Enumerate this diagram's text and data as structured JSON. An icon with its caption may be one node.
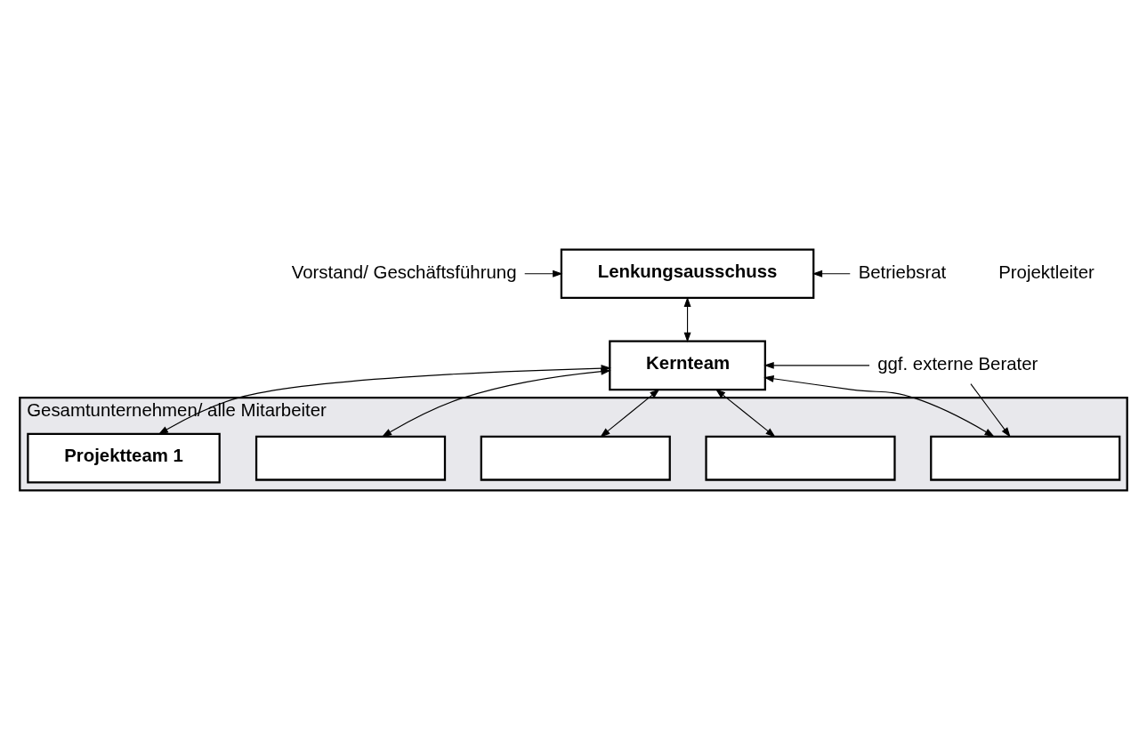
{
  "diagram": {
    "nodes": [
      {
        "text": [
          "Vorstand/ Geschäftsführung"
        ]
      },
      {
        "text": [
          "Lenkungsausschuss"
        ]
      },
      {
        "text": [
          "Betriebsrat"
        ]
      },
      {
        "text": [
          "Kernteam"
        ]
      },
      {
        "text": [
          "ggf. externe Berater"
        ]
      },
      {
        "text": [
          "Gesamtunternehmen/ alle Mitarbeiter"
        ]
      },
      {
        "text": [
          "Projektteam 1"
        ],
        "in": 5
      },
      {
        "text": [],
        "shape": "box",
        "in": 5
      },
      {
        "text": [],
        "shape": "box",
        "in": 5
      },
      {
        "text": [],
        "shape": "box",
        "in": 5
      },
      {
        "text": [],
        "shape": "box",
        "in": 5
      }
    ],
    "edges": [
      {
        "from": 0,
        "to": 1,
        "arrow": "to"
      },
      {
        "from": 2,
        "to": 1,
        "arrow": "to"
      },
      {
        "from": 1,
        "to": 3,
        "arrow": "both"
      },
      {
        "from": 4,
        "to": 3,
        "arrow": "to"
      },
      {
        "from": 3,
        "to": 6,
        "arrow": "both"
      },
      {
        "from": 3,
        "to": 7,
        "arrow": "both"
      },
      {
        "from": 3,
        "to": 8,
        "arrow": "both"
      },
      {
        "from": 3,
        "to": 9,
        "arrow": "both"
      },
      {
        "from": 3,
        "to": 10,
        "arrow": "both"
      },
      {
        "from": 4,
        "to": 10,
        "arrow": "to"
      }
    ],
    "labels": [
      "Projektleiter"
    ]
  }
}
